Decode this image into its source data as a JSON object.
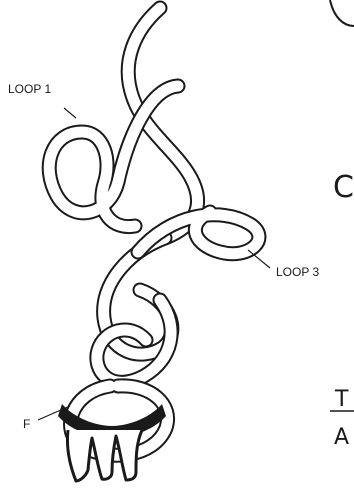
{
  "labels": {
    "loop1": "LOOP 1",
    "loop3": "LOOP 3",
    "f": "F"
  },
  "fragments": {
    "c_letter": "C",
    "t_letter": "T",
    "a_letter": "A"
  },
  "colors": {
    "ink": "#1a1a1a",
    "paper": "#ffffff"
  }
}
